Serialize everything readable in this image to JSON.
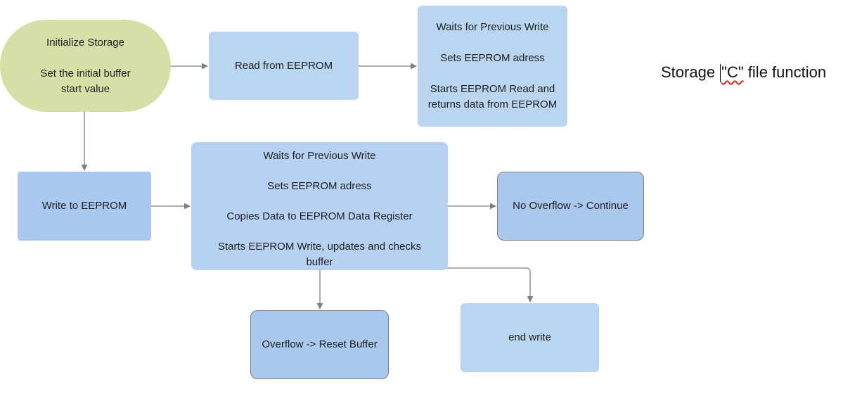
{
  "diagram": {
    "title_prefix": "Storage ",
    "title_quoted": "\"C\"",
    "title_suffix": " file function",
    "nodes": {
      "initialize": {
        "lines": [
          "Initialize Storage",
          "Set the initial buffer",
          "start value"
        ]
      },
      "read": {
        "label": "Read from EEPROM"
      },
      "read_detail": {
        "lines": [
          "Waits for Previous Write",
          "Sets EEPROM adress",
          "Starts EEPROM Read and",
          "returns data from EEPROM"
        ]
      },
      "write": {
        "label": "Write to EEPROM"
      },
      "write_detail": {
        "lines": [
          "Waits for Previous Write",
          "Sets EEPROM adress",
          "Copies Data to EEPROM Data Register",
          "Starts EEPROM Write, updates and checks",
          "buffer"
        ]
      },
      "no_overflow": {
        "label": "No Overflow -> Continue"
      },
      "overflow": {
        "label": "Overflow -> Reset Buffer"
      },
      "end_write": {
        "label": "end write"
      }
    },
    "colors": {
      "start": "#d6e0a6",
      "process_light": "#b9d5ef",
      "process_dark": "#aac7ee",
      "connector": "#808080"
    }
  }
}
